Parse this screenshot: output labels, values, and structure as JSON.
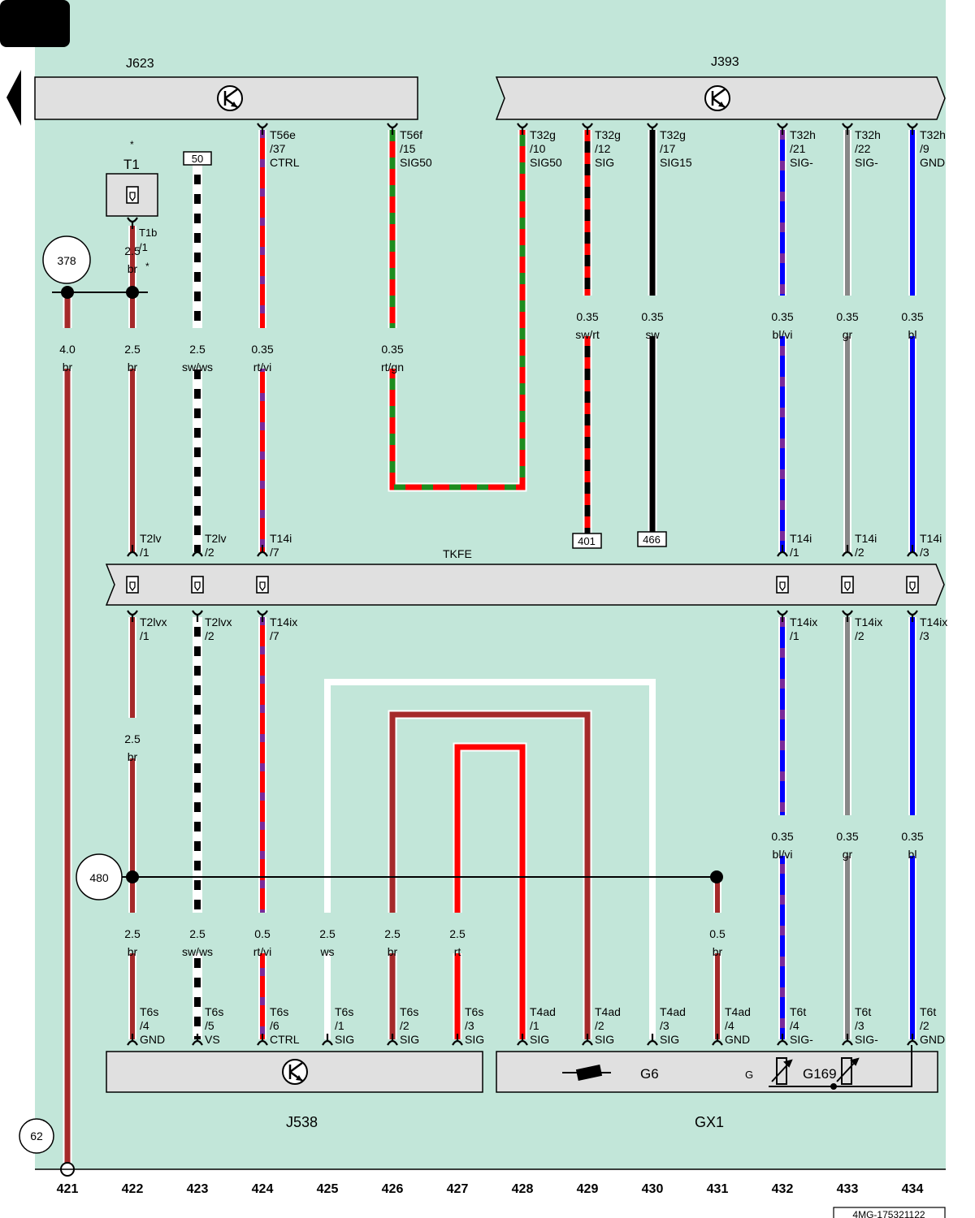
{
  "colors": {
    "background": "#c2e6d9",
    "component_fill": "#e0e0e0",
    "wire_br": "#a52a2a",
    "wire_rt": "#ff0000",
    "wire_gn": "#1e8c1e",
    "wire_sw": "#000000",
    "wire_ws": "#ffffff",
    "wire_vi": "#7a2a9a",
    "wire_bl": "#0000ff",
    "wire_gr": "#888888"
  },
  "components": {
    "j623": "J623",
    "j393": "J393",
    "j538": "J538",
    "gx1": "GX1",
    "tkfe": "TKFE",
    "g6": "G6",
    "g169": "G169",
    "g": "G",
    "t1": "T1",
    "t1_star": "*",
    "t1b_star": "*"
  },
  "t1b": {
    "name": "T1b",
    "pin": "/1"
  },
  "top_connectors": [
    {
      "col": 424,
      "name": "T56e",
      "pin": "/37",
      "signal": "CTRL"
    },
    {
      "col": 426,
      "name": "T56f",
      "pin": "/15",
      "signal": "SIG50"
    },
    {
      "col": 428,
      "name": "T32g",
      "pin": "/10",
      "signal": "SIG50"
    },
    {
      "col": 429,
      "name": "T32g",
      "pin": "/12",
      "signal": "SIG"
    },
    {
      "col": 430,
      "name": "T32g",
      "pin": "/17",
      "signal": "SIG15"
    },
    {
      "col": 432,
      "name": "T32h",
      "pin": "/21",
      "signal": "SIG-"
    },
    {
      "col": 433,
      "name": "T32h",
      "pin": "/22",
      "signal": "SIG-"
    },
    {
      "col": 434,
      "name": "T32h",
      "pin": "/9",
      "signal": "GND"
    }
  ],
  "tkfe_upper": [
    {
      "col": 422,
      "name": "T2lv",
      "pin": "/1"
    },
    {
      "col": 423,
      "name": "T2lv",
      "pin": "/2"
    },
    {
      "col": 424,
      "name": "T14i",
      "pin": "/7"
    },
    {
      "col": 432,
      "name": "T14i",
      "pin": "/1"
    },
    {
      "col": 433,
      "name": "T14i",
      "pin": "/2"
    },
    {
      "col": 434,
      "name": "T14i",
      "pin": "/3"
    }
  ],
  "tkfe_lower": [
    {
      "col": 422,
      "name": "T2lvx",
      "pin": "/1"
    },
    {
      "col": 423,
      "name": "T2lvx",
      "pin": "/2"
    },
    {
      "col": 424,
      "name": "T14ix",
      "pin": "/7"
    },
    {
      "col": 432,
      "name": "T14ix",
      "pin": "/1"
    },
    {
      "col": 433,
      "name": "T14ix",
      "pin": "/2"
    },
    {
      "col": 434,
      "name": "T14ix",
      "pin": "/3"
    }
  ],
  "bottom_connectors": [
    {
      "col": 422,
      "name": "T6s",
      "pin": "/4",
      "signal": "GND"
    },
    {
      "col": 423,
      "name": "T6s",
      "pin": "/5",
      "signal": "VS"
    },
    {
      "col": 424,
      "name": "T6s",
      "pin": "/6",
      "signal": "CTRL"
    },
    {
      "col": 425,
      "name": "T6s",
      "pin": "/1",
      "signal": "SIG"
    },
    {
      "col": 426,
      "name": "T6s",
      "pin": "/2",
      "signal": "SIG"
    },
    {
      "col": 427,
      "name": "T6s",
      "pin": "/3",
      "signal": "SIG"
    },
    {
      "col": 428,
      "name": "T4ad",
      "pin": "/1",
      "signal": "SIG"
    },
    {
      "col": 429,
      "name": "T4ad",
      "pin": "/2",
      "signal": "SIG"
    },
    {
      "col": 430,
      "name": "T4ad",
      "pin": "/3",
      "signal": "SIG"
    },
    {
      "col": 431,
      "name": "T4ad",
      "pin": "/4",
      "signal": "GND"
    },
    {
      "col": 432,
      "name": "T6t",
      "pin": "/4",
      "signal": "SIG-"
    },
    {
      "col": 433,
      "name": "T6t",
      "pin": "/3",
      "signal": "SIG-"
    },
    {
      "col": 434,
      "name": "T6t",
      "pin": "/2",
      "signal": "GND"
    }
  ],
  "wire_labels": [
    {
      "col": 421,
      "size": "4.0",
      "color": "br",
      "row": "a"
    },
    {
      "col": 422,
      "size": "2.5",
      "color": "br",
      "row": "a"
    },
    {
      "col": 423,
      "size": "2.5",
      "color": "sw/ws",
      "row": "a"
    },
    {
      "col": 424,
      "size": "0.35",
      "color": "rt/vi",
      "row": "a"
    },
    {
      "col": 426,
      "size": "0.35",
      "color": "rt/gn",
      "row": "a"
    },
    {
      "col": 429,
      "size": "0.35",
      "color": "sw/rt",
      "row": "b"
    },
    {
      "col": 430,
      "size": "0.35",
      "color": "sw",
      "row": "b"
    },
    {
      "col": 432,
      "size": "0.35",
      "color": "bl/vi",
      "row": "b"
    },
    {
      "col": 433,
      "size": "0.35",
      "color": "gr",
      "row": "b"
    },
    {
      "col": 434,
      "size": "0.35",
      "color": "bl",
      "row": "b"
    },
    {
      "col": 422,
      "size": "2.5",
      "color": "br",
      "row": "c"
    },
    {
      "col": 432,
      "size": "0.35",
      "color": "bl/vi",
      "row": "d"
    },
    {
      "col": 433,
      "size": "0.35",
      "color": "gr",
      "row": "d"
    },
    {
      "col": 434,
      "size": "0.35",
      "color": "bl",
      "row": "d"
    },
    {
      "col": 422,
      "size": "2.5",
      "color": "br",
      "row": "e"
    },
    {
      "col": 423,
      "size": "2.5",
      "color": "sw/ws",
      "row": "e"
    },
    {
      "col": 424,
      "size": "0.5",
      "color": "rt/vi",
      "row": "e"
    },
    {
      "col": 425,
      "size": "2.5",
      "color": "ws",
      "row": "e"
    },
    {
      "col": 426,
      "size": "2.5",
      "color": "br",
      "row": "e"
    },
    {
      "col": 427,
      "size": "2.5",
      "color": "rt",
      "row": "e"
    },
    {
      "col": 431,
      "size": "0.5",
      "color": "br",
      "row": "e"
    }
  ],
  "t1b_wire": {
    "size": "2.5",
    "color": "br"
  },
  "circles": {
    "c378": "378",
    "c480": "480",
    "c62": "62"
  },
  "boxes": {
    "b50": "50",
    "b401": "401",
    "b466": "466"
  },
  "columns": [
    "421",
    "422",
    "423",
    "424",
    "425",
    "426",
    "427",
    "428",
    "429",
    "430",
    "431",
    "432",
    "433",
    "434"
  ],
  "doc_id": "4MG-175321122"
}
